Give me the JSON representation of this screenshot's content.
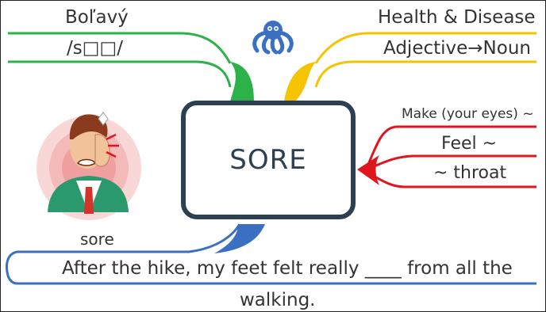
{
  "central_word": "SORE",
  "top_left": {
    "translation": "Boľavý",
    "pronunciation": "/s□□/"
  },
  "top_right": {
    "category": "Health & Disease",
    "word_form": "Adjective→Noun"
  },
  "right_branches": {
    "collocation_1": "Make (your eyes) ~",
    "collocation_2": "Feel ~",
    "collocation_3": "~ throat"
  },
  "image": {
    "label": "sore"
  },
  "example": {
    "line1": "After the hike, my feet felt really ____ from all the",
    "line2": "walking."
  },
  "colors": {
    "green": "#2db24a",
    "yellow": "#f5c400",
    "red": "#e0161e",
    "blue": "#3a6fc2",
    "box_border": "#2d4052",
    "logo": "#3a6fc2"
  },
  "icons": {
    "logo": "octopus-logo",
    "illustration": "man-with-toothache"
  }
}
